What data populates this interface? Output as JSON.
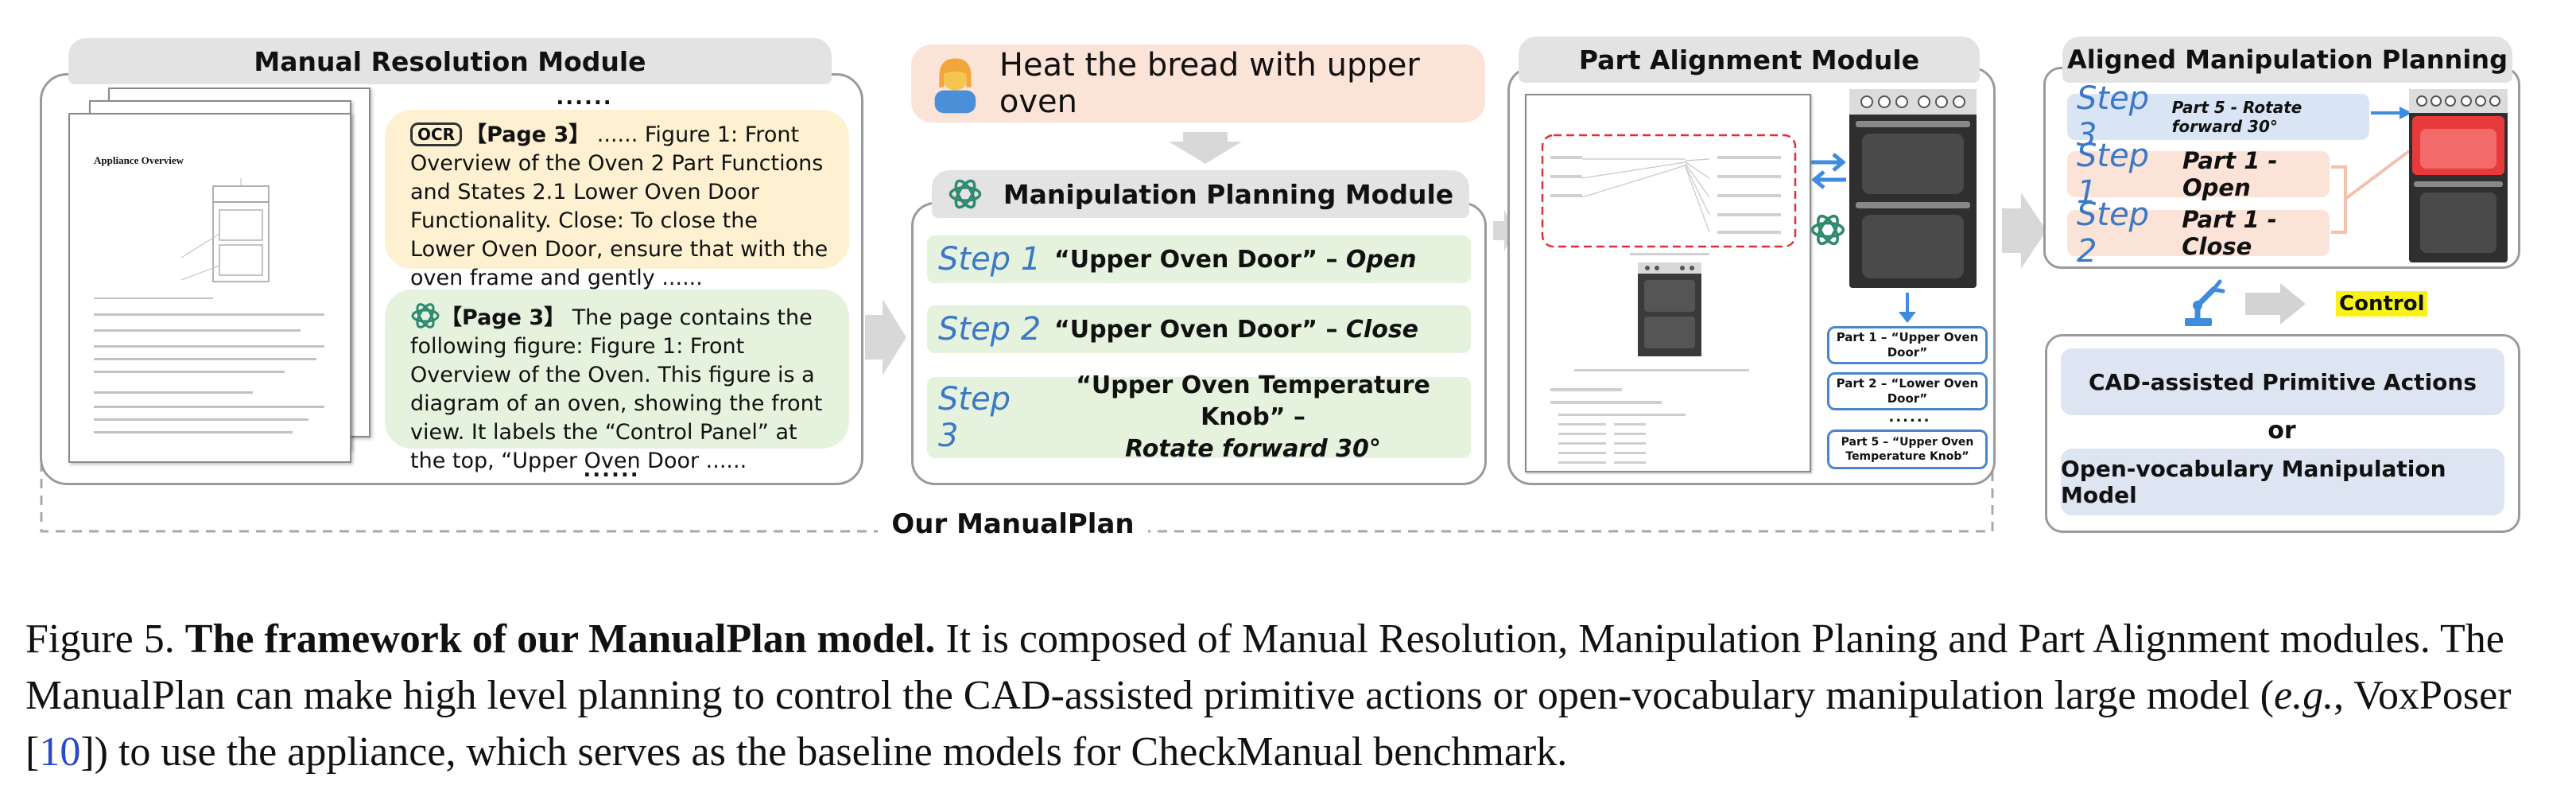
{
  "manual_resolution": {
    "title": "Manual Resolution Module",
    "dots_top": "......",
    "dots_bottom": "......",
    "ocr_badge": "OCR",
    "ocr_page": "【Page 3】",
    "ocr_text": " ...... Figure 1:  Front Overview of the Oven 2 Part Functions and States 2.1 Lower Oven Door Functionality. Close: To close the Lower Oven Door, ensure that with the oven frame and gently ......",
    "gpt_page": "【Page 3】",
    "gpt_text": " The page contains the following figure: Figure 1: Front Overview of the Oven. This figure is a diagram of an oven, showing the front view. It labels the “Control Panel” at the top, “Upper Oven Door  ......",
    "page_heading": "Appliance Overview"
  },
  "instruction": {
    "text": "Heat the bread with upper oven"
  },
  "manipulation_planning": {
    "title": "Manipulation Planning Module",
    "steps": [
      {
        "label": "Step 1",
        "target": "“Upper Oven Door” – ",
        "action": "Open"
      },
      {
        "label": "Step 2",
        "target": "“Upper Oven Door” – ",
        "action": "Close"
      },
      {
        "label": "Step 3",
        "target": "“Upper Oven Temperature Knob” –",
        "action": "Rotate forward 30°"
      }
    ]
  },
  "part_alignment": {
    "title": "Part Alignment Module",
    "parts": [
      "Part 1 – “Upper Oven Door”",
      "Part 2 – “Lower Oven Door”",
      "......",
      "Part 5 – “Upper Oven Temperature Knob”"
    ]
  },
  "aligned_planning": {
    "title": "Aligned Manipulation Planning",
    "steps": [
      {
        "label": "Step 3",
        "text": "Part 5 - Rotate forward 30°"
      },
      {
        "label": "Step 1",
        "text": "Part 1 - Open"
      },
      {
        "label": "Step 2",
        "text": "Part 1 - Close"
      }
    ],
    "control_label": "Control",
    "primitive_actions": "CAD-assisted Primitive Actions",
    "or": "or",
    "vocab_model": "Open-vocabulary Manipulation Model"
  },
  "footer_label": "Our ManualPlan",
  "caption": {
    "prefix": "Figure 5. ",
    "bold": "The framework of our ManualPlan model.",
    "line1": " It is composed of Manual Resolution, Manipulation Planing and Part Alignment modules. The ManualPlan can make high level planning to control the CAD-assisted primitive actions or open-vocabulary manipulation large model (",
    "eg": "e.g.",
    "mid": ", VoxPoser [",
    "cite": "10",
    "end": "]) to use the appliance, which serves as the baseline models for CheckManual benchmark."
  },
  "colors": {
    "ocr_bg": "#fdf1d2",
    "gpt_bg": "#e5f2dd",
    "instruction_bg": "#fbe3d8",
    "step_blue": "#3b78c6",
    "aligned_step3_bg": "#d9e5f4",
    "aligned_step_bg": "#fbe3d8",
    "cad_bg": "#dde5f2",
    "control_bg": "#f7f21a"
  }
}
